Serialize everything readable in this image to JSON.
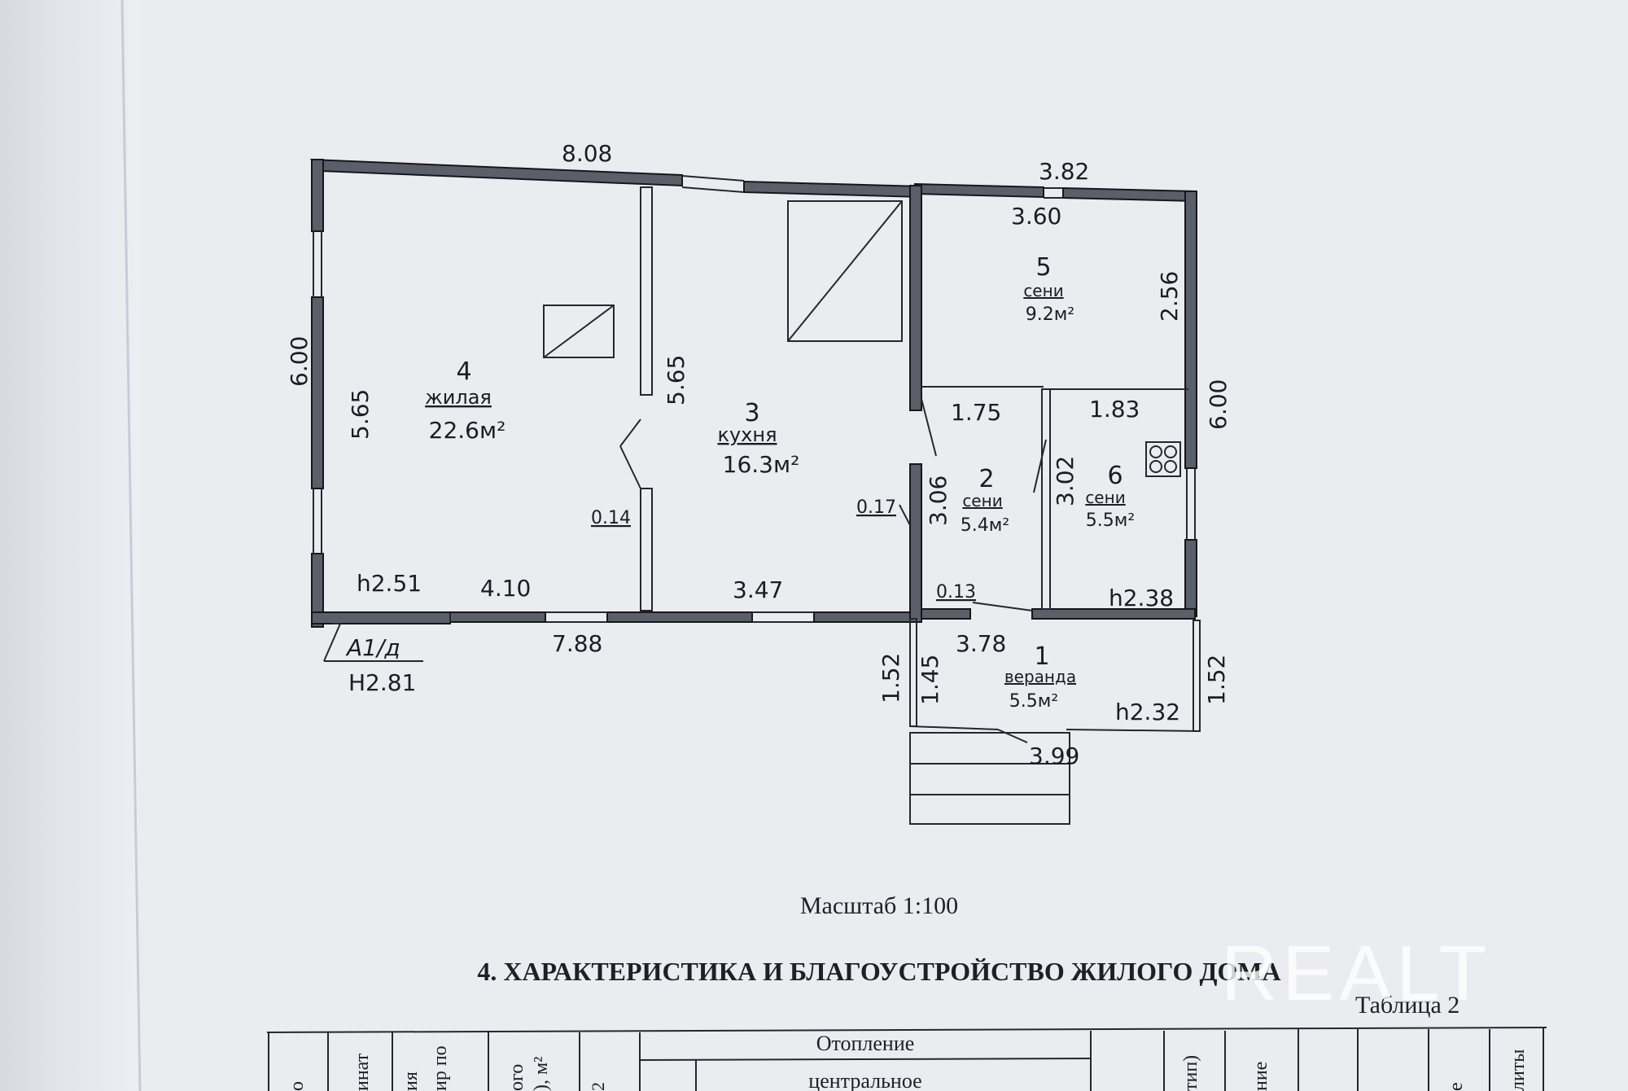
{
  "floor_plan": {
    "outer_dimensions": {
      "top_left": "8.08",
      "top_right": "3.82",
      "left_outer": "6.00",
      "right_outer": "6.00",
      "bottom_outer": "7.88"
    },
    "inner_dimensions": {
      "room4_height": "5.65",
      "room4_width": "4.10",
      "room3_height": "5.65",
      "room3_width": "3.47",
      "room5_width": "3.60",
      "room5_height": "2.56",
      "room2_width": "1.75",
      "room2_height": "3.06",
      "room6_width": "1.83",
      "room6_height": "3.02",
      "veranda_width_top": "3.78",
      "veranda_width_bottom": "3.99",
      "veranda_left_outer": "1.52",
      "veranda_left_inner": "1.45",
      "veranda_right_outer": "1.52",
      "wall_thickness_1": "0.14",
      "wall_thickness_2": "0.17",
      "wall_thickness_3": "0.13"
    },
    "heights": {
      "room4": "h2.51",
      "room6": "h2.38",
      "veranda": "h2.32",
      "building": "H2.81"
    },
    "building_label": "А1/д",
    "rooms": [
      {
        "number": "4",
        "name": "жилая",
        "area": "22.6м²"
      },
      {
        "number": "3",
        "name": "кухня",
        "area": "16.3м²"
      },
      {
        "number": "5",
        "name": "сени",
        "area": "9.2м²"
      },
      {
        "number": "2",
        "name": "сени",
        "area": "5.4м²"
      },
      {
        "number": "6",
        "name": "сени",
        "area": "5.5м²"
      },
      {
        "number": "1",
        "name": "веранда",
        "area": "5.5м²"
      }
    ]
  },
  "scale_label": "Масштаб 1:100",
  "section_title": "4. ХАРАКТЕРИСТИКА И БЛАГОУСТРОЙСТВО ЖИЛОГО ДОМА",
  "table_caption": "Таблица 2",
  "table": {
    "header_group": "Отопление",
    "header_sub": "центральное",
    "fragments": [
      "о",
      "инат",
      "ия",
      "ир по",
      "ого",
      "), м²",
      "2",
      "тип)",
      "ние",
      "е",
      "литы"
    ]
  },
  "watermark": "REALT"
}
